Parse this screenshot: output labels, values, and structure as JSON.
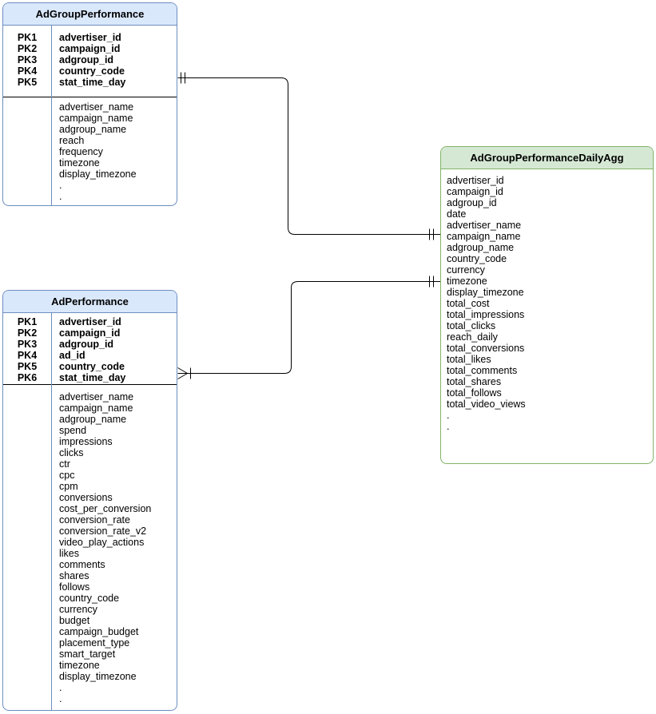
{
  "diagram": {
    "type": "entity-relationship",
    "tables": {
      "adgroup_performance": {
        "title": "AdGroupPerformance",
        "primary_keys": [
          {
            "key": "PK1",
            "field": "advertiser_id"
          },
          {
            "key": "PK2",
            "field": "campaign_id"
          },
          {
            "key": "PK3",
            "field": "adgroup_id"
          },
          {
            "key": "PK4",
            "field": "country_code"
          },
          {
            "key": "PK5",
            "field": "stat_time_day"
          }
        ],
        "fields": [
          "advertiser_name",
          "campaign_name",
          "adgroup_name",
          "reach",
          "frequency",
          "timezone",
          "display_timezone",
          ".",
          "."
        ]
      },
      "ad_performance": {
        "title": "AdPerformance",
        "primary_keys": [
          {
            "key": "PK1",
            "field": "advertiser_id"
          },
          {
            "key": "PK2",
            "field": "campaign_id"
          },
          {
            "key": "PK3",
            "field": "adgroup_id"
          },
          {
            "key": "PK4",
            "field": "ad_id"
          },
          {
            "key": "PK5",
            "field": "country_code"
          },
          {
            "key": "PK6",
            "field": "stat_time_day"
          }
        ],
        "fields": [
          "advertiser_name",
          "campaign_name",
          "adgroup_name",
          "spend",
          "impressions",
          "clicks",
          "ctr",
          "cpc",
          "cpm",
          "conversions",
          "cost_per_conversion",
          "conversion_rate",
          "conversion_rate_v2",
          "video_play_actions",
          "likes",
          "comments",
          "shares",
          "follows",
          "country_code",
          "currency",
          "budget",
          "campaign_budget",
          "placement_type",
          "smart_target",
          "timezone",
          "display_timezone",
          ".",
          "."
        ]
      },
      "adgroup_performance_daily_agg": {
        "title": "AdGroupPerformanceDailyAgg",
        "primary_keys": [],
        "fields": [
          "advertiser_id",
          "campaign_id",
          "adgroup_id",
          "date",
          "advertiser_name",
          "campaign_name",
          "adgroup_name",
          "country_code",
          "currency",
          "timezone",
          "display_timezone",
          "total_cost",
          "total_impressions",
          "total_clicks",
          "reach_daily",
          "total_conversions",
          "total_likes",
          "total_comments",
          "total_shares",
          "total_follows",
          "total_video_views",
          ".",
          "."
        ]
      }
    },
    "relationships": [
      {
        "from": "AdGroupPerformance",
        "to": "AdGroupPerformanceDailyAgg",
        "from_cardinality": "exactly-one",
        "to_cardinality": "exactly-one",
        "notation": "||——||"
      },
      {
        "from": "AdPerformance",
        "to": "AdGroupPerformanceDailyAgg",
        "from_cardinality": "one-or-many",
        "to_cardinality": "exactly-one",
        "notation": ">|——||"
      }
    ],
    "colors": {
      "blue_table_fill": "#dae8fc",
      "blue_table_stroke": "#6c8ebf",
      "green_table_fill": "#d5e8d4",
      "green_table_stroke": "#82b366",
      "connector": "#000000",
      "text": "#000000",
      "background": "#ffffff"
    }
  }
}
